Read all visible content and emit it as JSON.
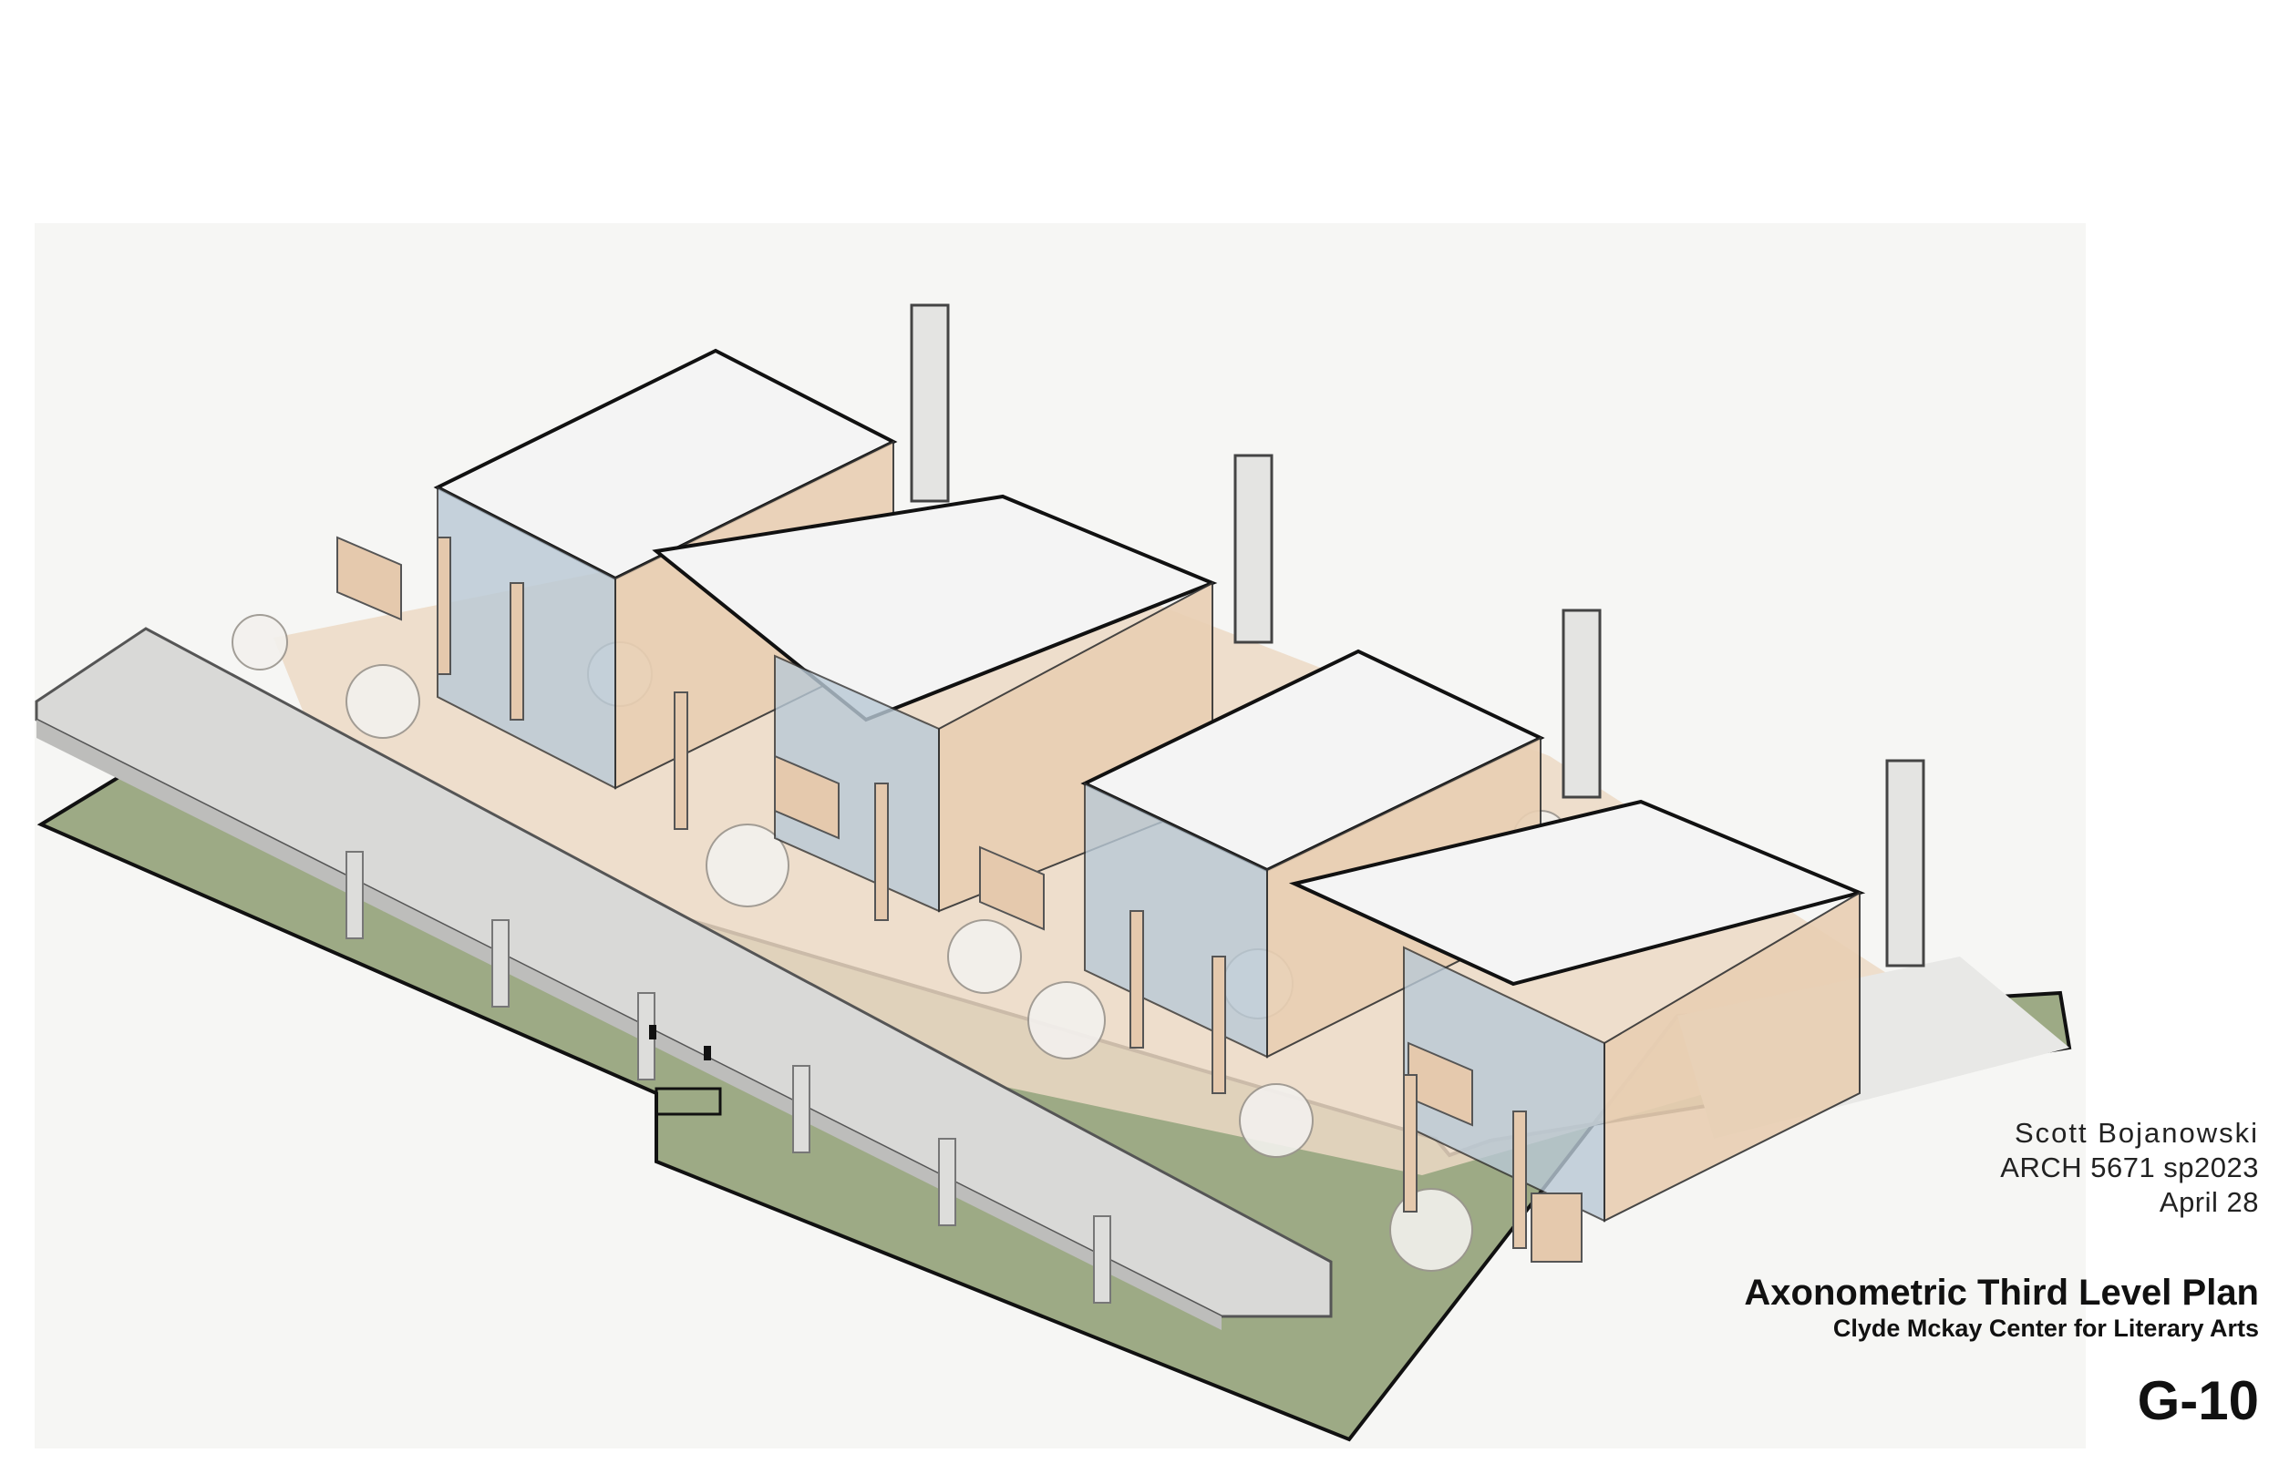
{
  "title_block": {
    "author": "Scott Bojanowski",
    "course": "ARCH 5671 sp2023",
    "date": "April 28",
    "sheet_title": "Axonometric Third Level Plan",
    "project": "Clyde Mckay Center for Literary Arts",
    "sheet_number": "G-10"
  },
  "colors": {
    "background": "#ffffff",
    "backdrop": "#f6f6f4",
    "ground": "#9daa85",
    "paving": "#ecd9c4",
    "timber": "#e9cfb3",
    "glazing": "#b9c9d6",
    "wall": "#f2f2f2",
    "outline": "#111111"
  }
}
